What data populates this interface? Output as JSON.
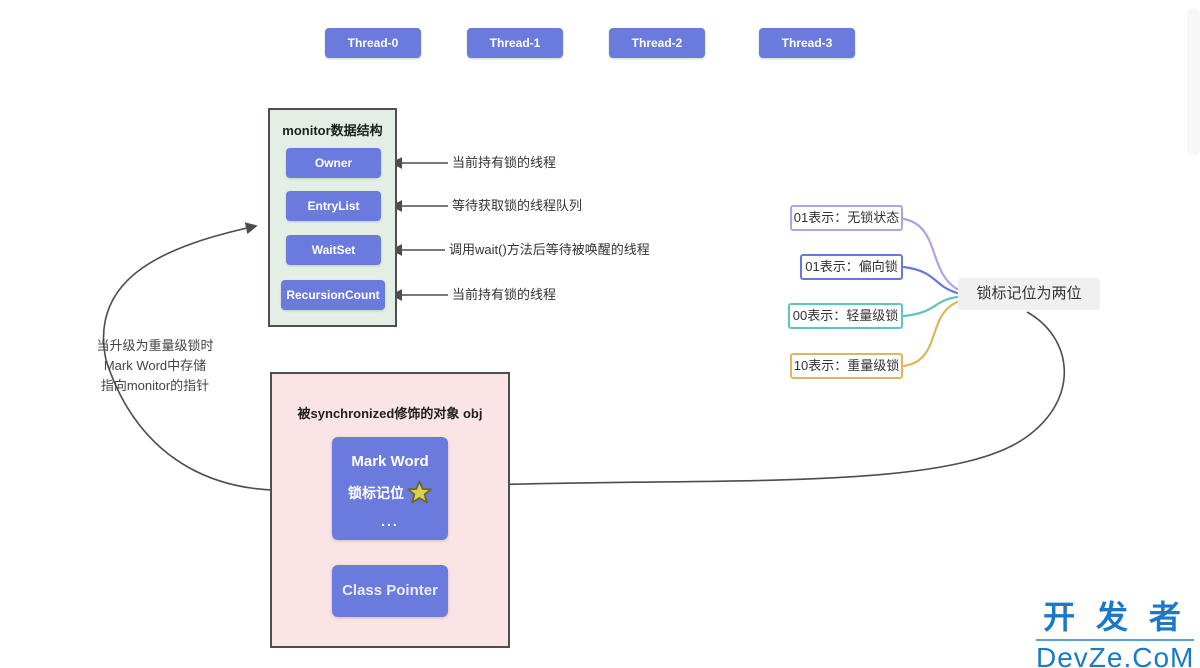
{
  "threads": [
    {
      "label": "Thread-0"
    },
    {
      "label": "Thread-1"
    },
    {
      "label": "Thread-2"
    },
    {
      "label": "Thread-3"
    }
  ],
  "monitor": {
    "title": "monitor数据结构",
    "fields": [
      {
        "label": "Owner",
        "annotation": "当前持有锁的线程"
      },
      {
        "label": "EntryList",
        "annotation": "等待获取锁的线程队列"
      },
      {
        "label": "WaitSet",
        "annotation": "调用wait()方法后等待被唤醒的线程"
      },
      {
        "label": "RecursionCount",
        "annotation": "当前持有锁的线程"
      }
    ]
  },
  "object_box": {
    "title": "被synchronized修饰的对象 obj",
    "mark_word_line1": "Mark Word",
    "mark_word_line2": "锁标记位",
    "mark_word_dots": "...",
    "class_pointer_label": "Class Pointer"
  },
  "upgrade_note": {
    "line1": "当升级为重量级锁时",
    "line2": "Mark Word中存储",
    "line3": "指向monitor的指针"
  },
  "lock_states": [
    {
      "label": "01表示：无锁状态",
      "color": "#b2a1e3"
    },
    {
      "label": "01表示：偏向锁",
      "color": "#6779de"
    },
    {
      "label": "00表示：轻量级锁",
      "color": "#5fc4bd"
    },
    {
      "label": "10表示：重量级锁",
      "color": "#ddb85a"
    }
  ],
  "lock_flag_node": {
    "label": "锁标记位为两位",
    "bg": "#f0f0f0"
  },
  "watermark": {
    "line1": "开 发 者",
    "line2": "DevZe.CoM",
    "color": "#1a7ac9"
  },
  "colors": {
    "accent": "#6b7bdd",
    "monitor_bg": "#e3efe4",
    "object_bg": "#fae4e6",
    "line": "#4d4d4d",
    "star_fill": "#d9d24e",
    "star_stroke": "#6b682f"
  }
}
